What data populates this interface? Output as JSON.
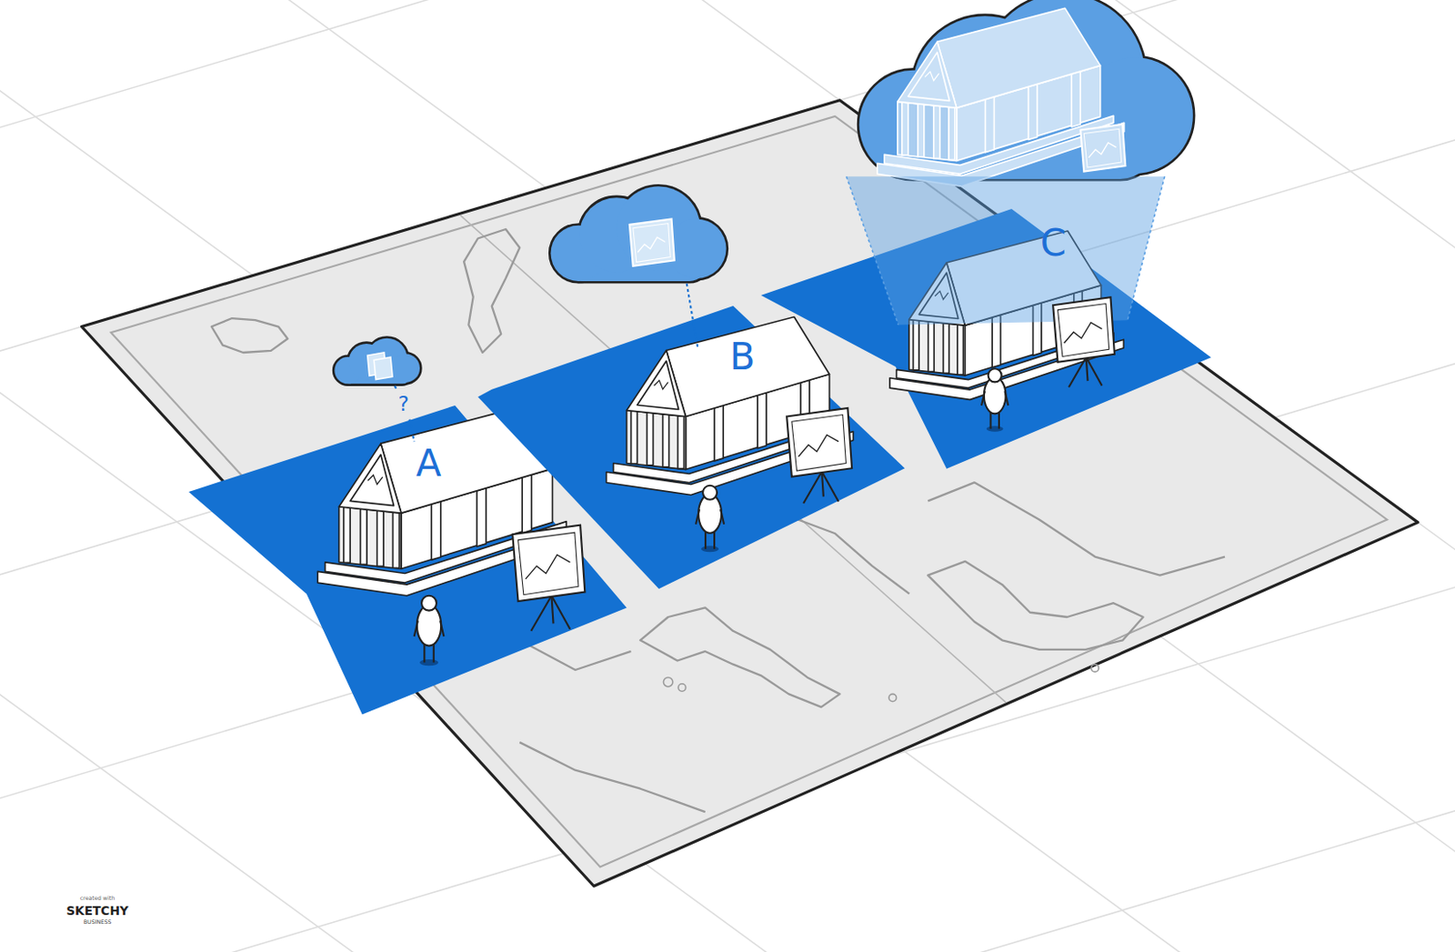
{
  "diagram": {
    "nodes": [
      {
        "text": [
          "A"
        ]
      },
      {
        "text": [
          "B"
        ]
      },
      {
        "text": [
          "C"
        ]
      }
    ],
    "labels": [
      "?",
      "created with",
      "SKETCHY",
      "BUSINESS"
    ]
  }
}
